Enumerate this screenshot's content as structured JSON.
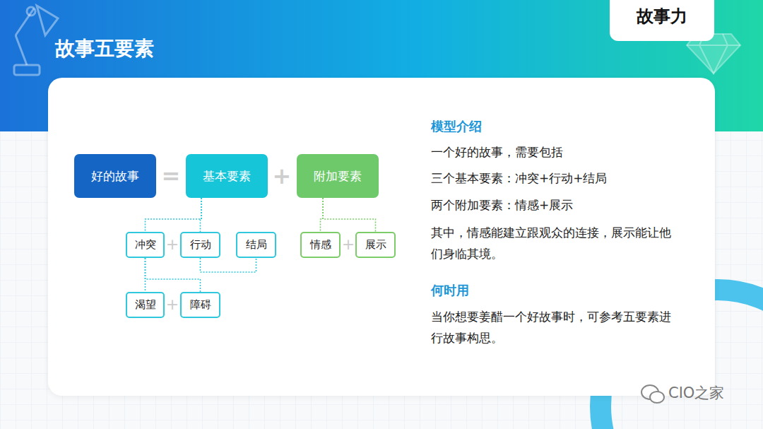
{
  "diagram": {
    "title": "故事五要素",
    "nodes": [
      {
        "text": [
          "故事力"
        ]
      },
      {
        "text": [
          "好的故事"
        ]
      },
      {
        "text": [
          "基本要素"
        ]
      },
      {
        "text": [
          "附加要素"
        ]
      },
      {
        "text": [
          "冲突"
        ]
      },
      {
        "text": [
          "行动"
        ]
      },
      {
        "text": [
          "结局"
        ]
      },
      {
        "text": [
          "情感"
        ]
      },
      {
        "text": [
          "展示"
        ]
      },
      {
        "text": [
          "渴望"
        ]
      },
      {
        "text": [
          "障碍"
        ]
      }
    ],
    "edges": [
      {
        "from": 2,
        "to": 4,
        "arrow": "none"
      },
      {
        "from": 2,
        "to": 5,
        "arrow": "none"
      },
      {
        "from": 5,
        "to": 6,
        "arrow": "none"
      },
      {
        "from": 3,
        "to": 7,
        "arrow": "none"
      },
      {
        "from": 3,
        "to": 8,
        "arrow": "none"
      },
      {
        "from": 4,
        "to": 9,
        "arrow": "none"
      },
      {
        "from": 4,
        "to": 10,
        "arrow": "none"
      }
    ],
    "labels": [
      "=",
      "+",
      "+",
      "+",
      "+",
      "模型介绍",
      "一个好的故事，需要包括",
      "三个基本要素：冲突+行动+结局",
      "两个附加要素：情感+展示",
      "其中，情感能建立跟观众的连接，展示能让他们身临其境。",
      "何时用",
      "当你想要姜醋一个好故事时，可参考五要素进行故事构思。",
      "CIO之家"
    ]
  }
}
